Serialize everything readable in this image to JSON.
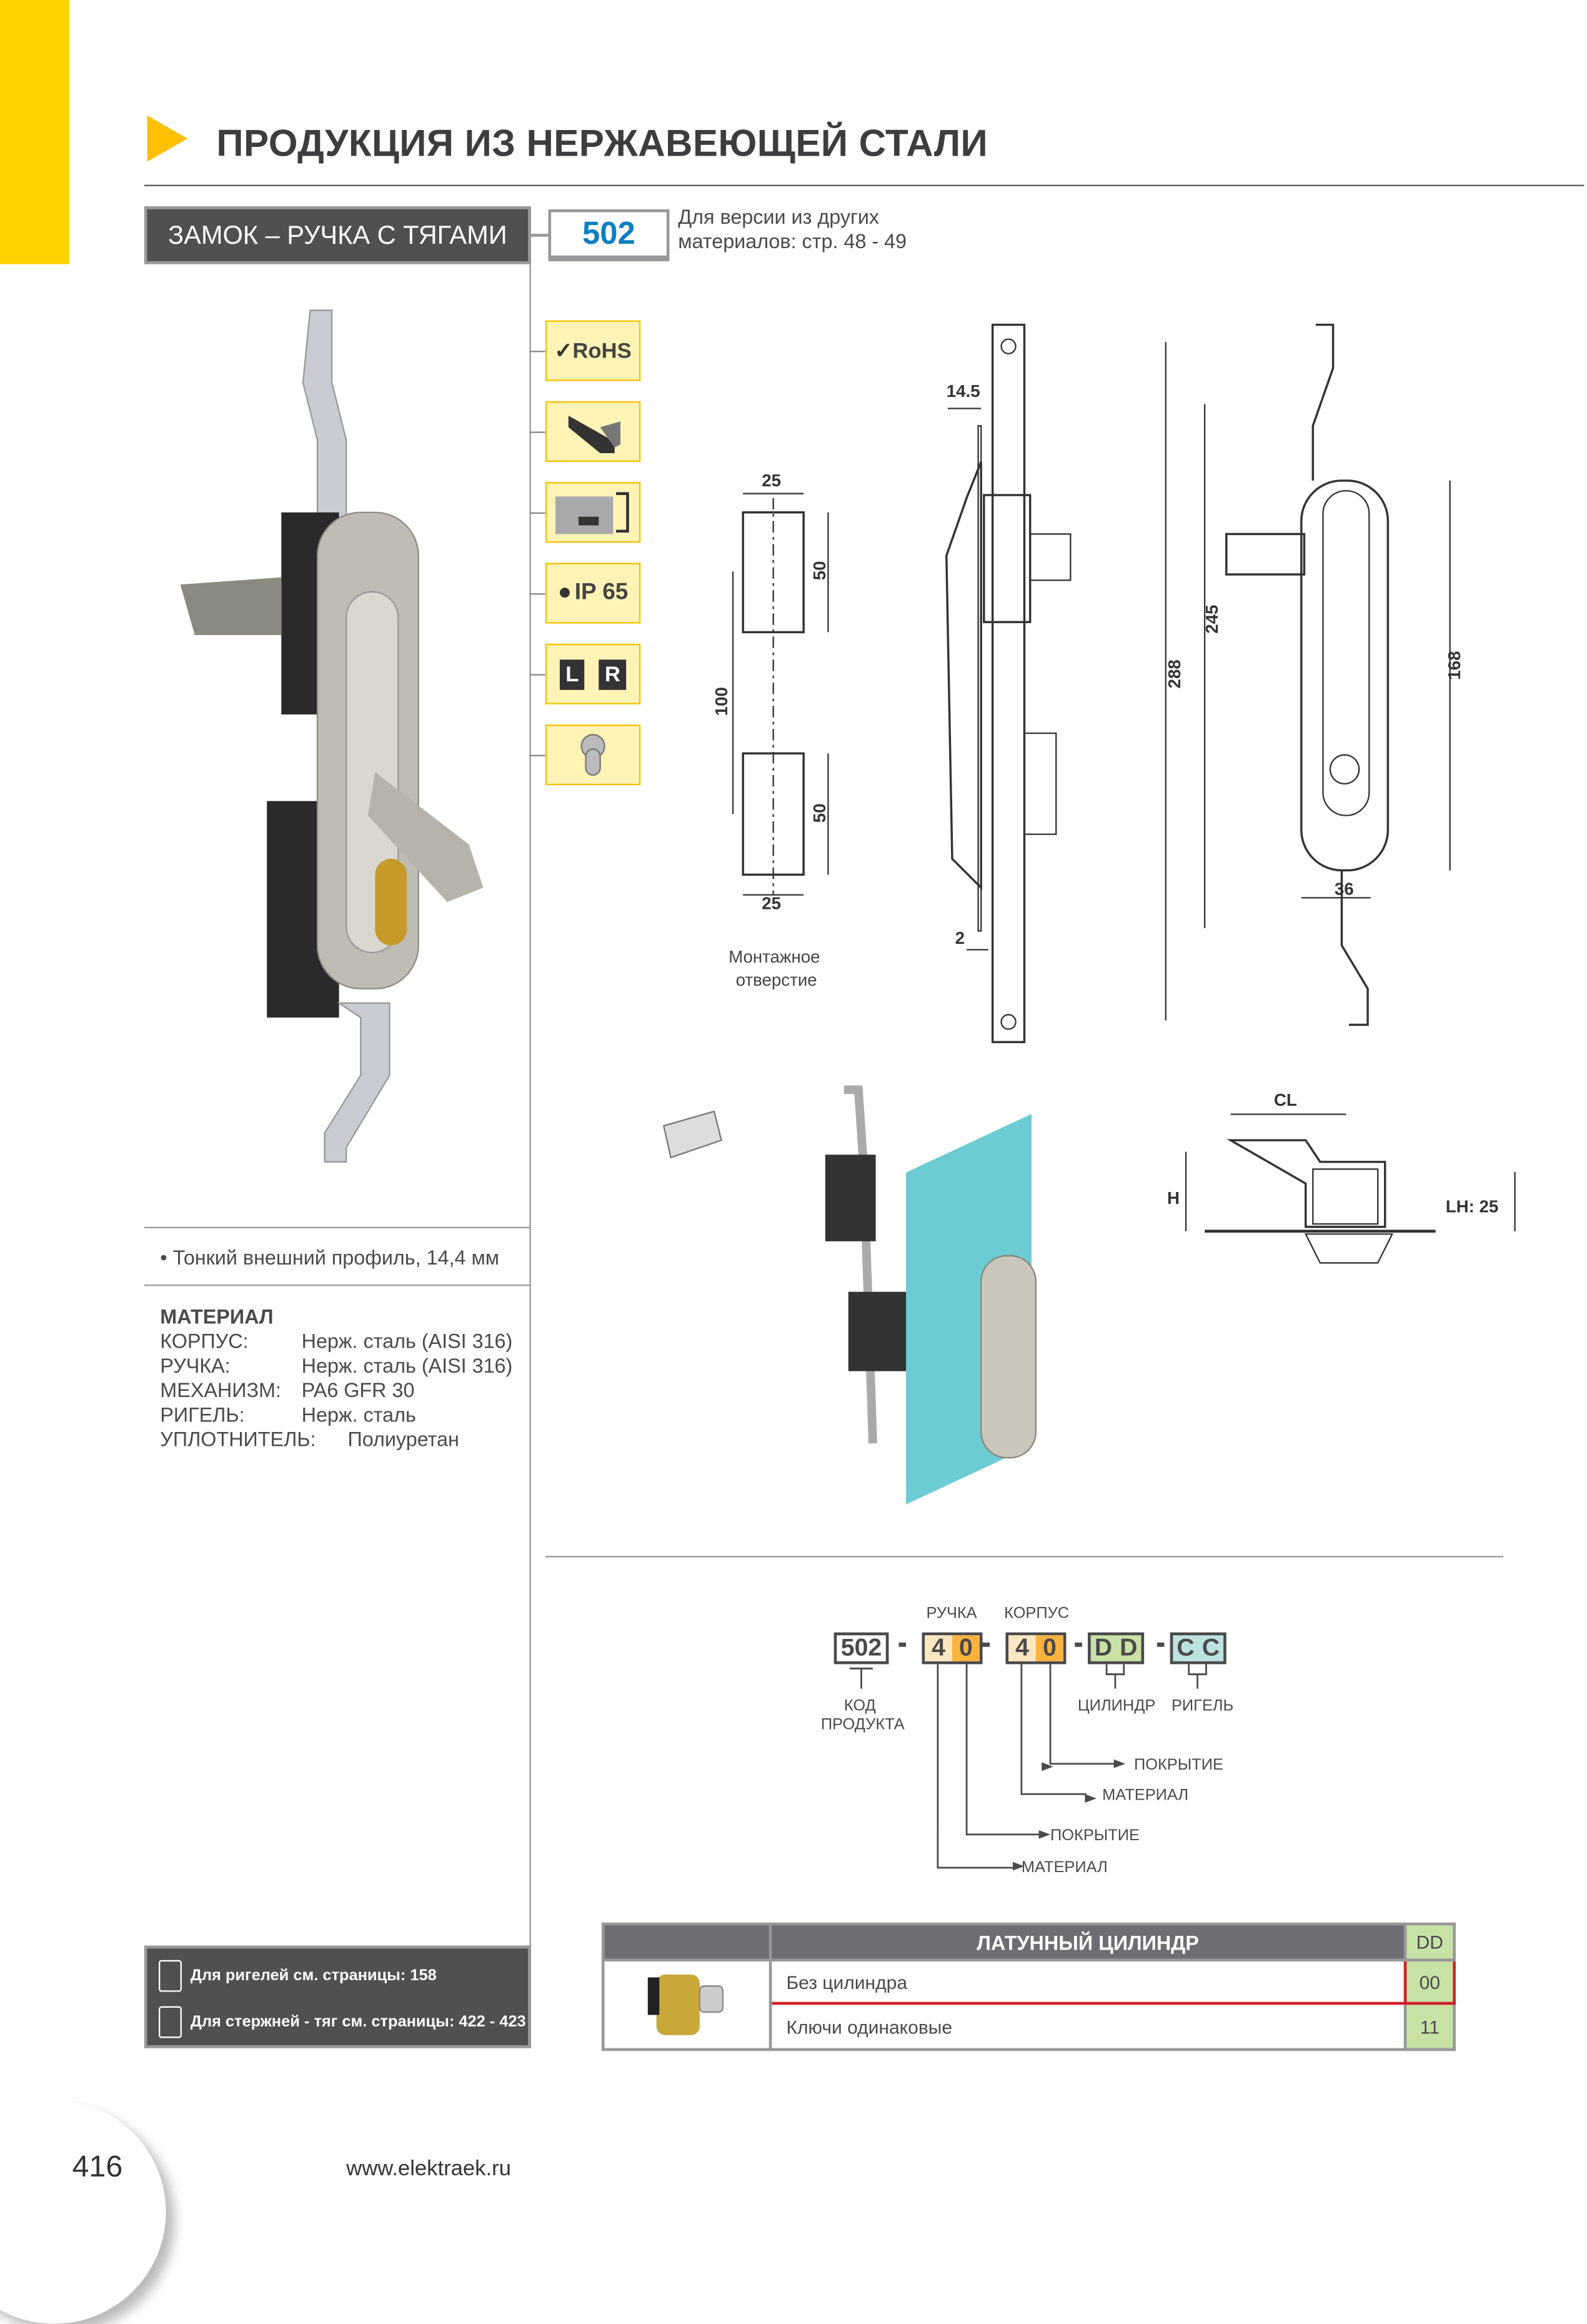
{
  "header": {
    "title": "ПРОДУКЦИЯ ИЗ НЕРЖАВЕЮЩЕЙ СТАЛИ"
  },
  "product": {
    "name": "ЗАМОК – РУЧКА С ТЯГАМИ",
    "code": "502",
    "note_line1": "Для версии из других",
    "note_line2": "материалов: стр. 48 - 49"
  },
  "badges": [
    {
      "icon": "rohs-icon",
      "label": "RoHS"
    },
    {
      "icon": "profile-icon"
    },
    {
      "icon": "panel-icon"
    },
    {
      "icon": "water-drop-icon",
      "label": "IP 65"
    },
    {
      "icon": "left-right-icon",
      "label_left": "L",
      "label_right": "R"
    },
    {
      "icon": "cylinder-icon"
    }
  ],
  "feature": "• Тонкий внешний профиль, 14,4 мм",
  "material": {
    "heading": "МАТЕРИАЛ",
    "rows": [
      {
        "k": "КОРПУС:",
        "v": "Нерж. сталь (AISI 316)"
      },
      {
        "k": "РУЧКА:",
        "v": "Нерж. сталь (AISI 316)"
      },
      {
        "k": "МЕХАНИЗМ:",
        "v": "PA6 GFR 30"
      },
      {
        "k": "РИГЕЛЬ:",
        "v": "Нерж. сталь"
      },
      {
        "k": "УПЛОТНИТЕЛЬ:",
        "v": "Полиуретан"
      }
    ]
  },
  "refs": [
    "Для ригелей см. страницы: 158",
    "Для стержней - тяг см. страницы: 422 - 423"
  ],
  "drawing": {
    "hole": {
      "w_top": "25",
      "h_top": "50",
      "gap": "100",
      "h_bottom": "50",
      "w_bottom": "25",
      "caption1": "Монтажное",
      "caption2": "отверстие"
    },
    "side": {
      "thickness": "14.5",
      "offset": "2"
    },
    "front": {
      "total": "288",
      "mid": "245",
      "body": "168",
      "width": "36"
    },
    "section": {
      "cl": "CL",
      "h": "H",
      "lh": "LH: 25"
    }
  },
  "ordering": {
    "code": "502",
    "handle_label": "РУЧКА",
    "body_label": "КОРПУС",
    "handle": [
      "4",
      "0"
    ],
    "body": [
      "4",
      "0"
    ],
    "cylinder": [
      "D",
      "D"
    ],
    "bolt": [
      "C",
      "C"
    ],
    "code_caption1": "КОД",
    "code_caption2": "ПРОДУКТА",
    "cylinder_caption": "ЦИЛИНДР",
    "bolt_caption": "РИГЕЛЬ",
    "arrows": [
      "ПОКРЫТИЕ",
      "МАТЕРИАЛ",
      "ПОКРЫТИЕ",
      "МАТЕРИАЛ"
    ],
    "colors": {
      "light": "#fde6c2",
      "orange": "#fbb33f",
      "green": "#c8e2a6",
      "teal": "#bde3e0"
    }
  },
  "cyl_table": {
    "header": "ЛАТУННЫЙ ЦИЛИНДР",
    "header_code": "DD",
    "rows": [
      {
        "label": "Без цилиндра",
        "code": "00",
        "selected": true
      },
      {
        "label": "Ключи одинаковые",
        "code": "11"
      }
    ]
  },
  "footer": {
    "page": "416",
    "site": "www.elektraek.ru"
  }
}
